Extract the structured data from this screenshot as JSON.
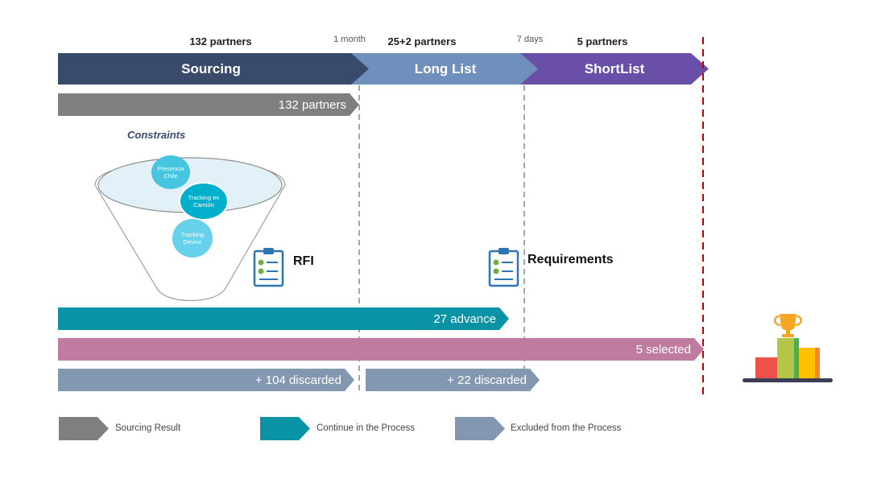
{
  "header": {
    "sourcing_count": "132 partners",
    "long_list_count": "25+2 partners",
    "shortlist_count": "5 partners",
    "duration_1": "1 month",
    "duration_2": "7 days"
  },
  "phases": {
    "sourcing": "Sourcing",
    "long_list": "Long List",
    "shortlist": "ShortList"
  },
  "bars": {
    "sourcing_result": "132 partners",
    "advance": "27 advance",
    "selected": "5 selected",
    "discarded_1": "+ 104 discarded",
    "discarded_2": "+ 22 discarded"
  },
  "funnel": {
    "title": "Constraints",
    "bubble_1": "Presencia Chile",
    "bubble_2": "Tracking en Camión",
    "bubble_3": "Tracking Device"
  },
  "milestones": {
    "rfi": "RFI",
    "requirements": "Requirements"
  },
  "legend": {
    "sourcing_result": "Sourcing Result",
    "continue": "Continue in the Process",
    "excluded": "Excluded from the Process"
  },
  "colors": {
    "sourcing_phase": "#3A4A6B",
    "long_list_phase": "#6F8FBD",
    "shortlist_phase": "#6A4FA8",
    "gray_bar": "#7F7F7F",
    "teal_bar": "#0A93A5",
    "pink_bar": "#C07CA0",
    "discard_bar": "#8497B0",
    "deadline": "#C00000"
  }
}
